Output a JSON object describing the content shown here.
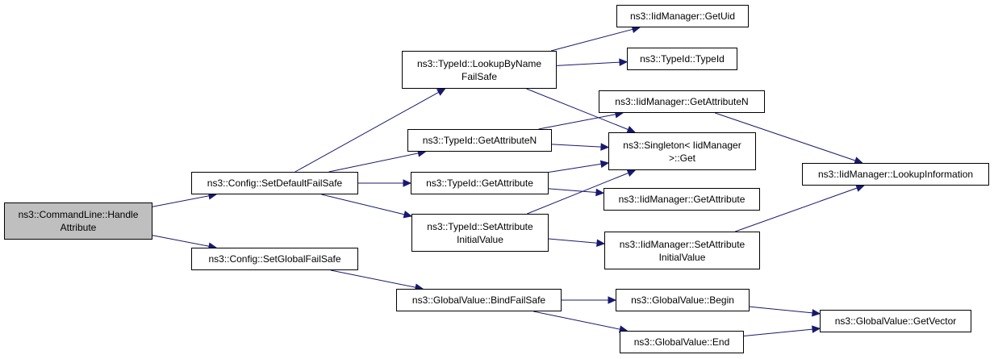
{
  "nodes": {
    "root": {
      "lines": [
        "ns3::CommandLine::Handle",
        "Attribute"
      ]
    },
    "set_default": {
      "lines": [
        "ns3::Config::SetDefaultFailSafe"
      ]
    },
    "set_global": {
      "lines": [
        "ns3::Config::SetGlobalFailSafe"
      ]
    },
    "lookup_by_name": {
      "lines": [
        "ns3::TypeId::LookupByName",
        "FailSafe"
      ]
    },
    "typeid_get_attr_n": {
      "lines": [
        "ns3::TypeId::GetAttributeN"
      ]
    },
    "typeid_get_attr": {
      "lines": [
        "ns3::TypeId::GetAttribute"
      ]
    },
    "typeid_set_attr_init": {
      "lines": [
        "ns3::TypeId::SetAttribute",
        "InitialValue"
      ]
    },
    "gv_bind_failsafe": {
      "lines": [
        "ns3::GlobalValue::BindFailSafe"
      ]
    },
    "iid_get_uid": {
      "lines": [
        "ns3::IidManager::GetUid"
      ]
    },
    "typeid_ctor": {
      "lines": [
        "ns3::TypeId::TypeId"
      ]
    },
    "iid_get_attr_n": {
      "lines": [
        "ns3::IidManager::GetAttributeN"
      ]
    },
    "singleton_get": {
      "lines": [
        "ns3::Singleton< IidManager",
        ">::Get"
      ]
    },
    "iid_get_attr": {
      "lines": [
        "ns3::IidManager::GetAttribute"
      ]
    },
    "iid_set_attr_init": {
      "lines": [
        "ns3::IidManager::SetAttribute",
        "InitialValue"
      ]
    },
    "gv_begin": {
      "lines": [
        "ns3::GlobalValue::Begin"
      ]
    },
    "gv_end": {
      "lines": [
        "ns3::GlobalValue::End"
      ]
    },
    "iid_lookup_info": {
      "lines": [
        "ns3::IidManager::LookupInformation"
      ]
    },
    "gv_get_vector": {
      "lines": [
        "ns3::GlobalValue::GetVector"
      ]
    }
  },
  "edges": [
    [
      "root",
      "set_default"
    ],
    [
      "root",
      "set_global"
    ],
    [
      "set_default",
      "lookup_by_name"
    ],
    [
      "set_default",
      "typeid_get_attr_n"
    ],
    [
      "set_default",
      "typeid_get_attr"
    ],
    [
      "set_default",
      "typeid_set_attr_init"
    ],
    [
      "set_global",
      "gv_bind_failsafe"
    ],
    [
      "lookup_by_name",
      "iid_get_uid"
    ],
    [
      "lookup_by_name",
      "typeid_ctor"
    ],
    [
      "lookup_by_name",
      "singleton_get"
    ],
    [
      "typeid_get_attr_n",
      "iid_get_attr_n"
    ],
    [
      "typeid_get_attr_n",
      "singleton_get"
    ],
    [
      "typeid_get_attr",
      "singleton_get"
    ],
    [
      "typeid_get_attr",
      "iid_get_attr"
    ],
    [
      "typeid_set_attr_init",
      "singleton_get"
    ],
    [
      "typeid_set_attr_init",
      "iid_set_attr_init"
    ],
    [
      "iid_get_attr_n",
      "iid_lookup_info"
    ],
    [
      "iid_set_attr_init",
      "iid_lookup_info"
    ],
    [
      "gv_bind_failsafe",
      "gv_begin"
    ],
    [
      "gv_bind_failsafe",
      "gv_end"
    ],
    [
      "gv_begin",
      "gv_get_vector"
    ],
    [
      "gv_end",
      "gv_get_vector"
    ]
  ],
  "colors": {
    "edge": "#191970",
    "root_fill": "#bfbfbf",
    "node_fill": "#ffffff",
    "border": "#000000"
  }
}
